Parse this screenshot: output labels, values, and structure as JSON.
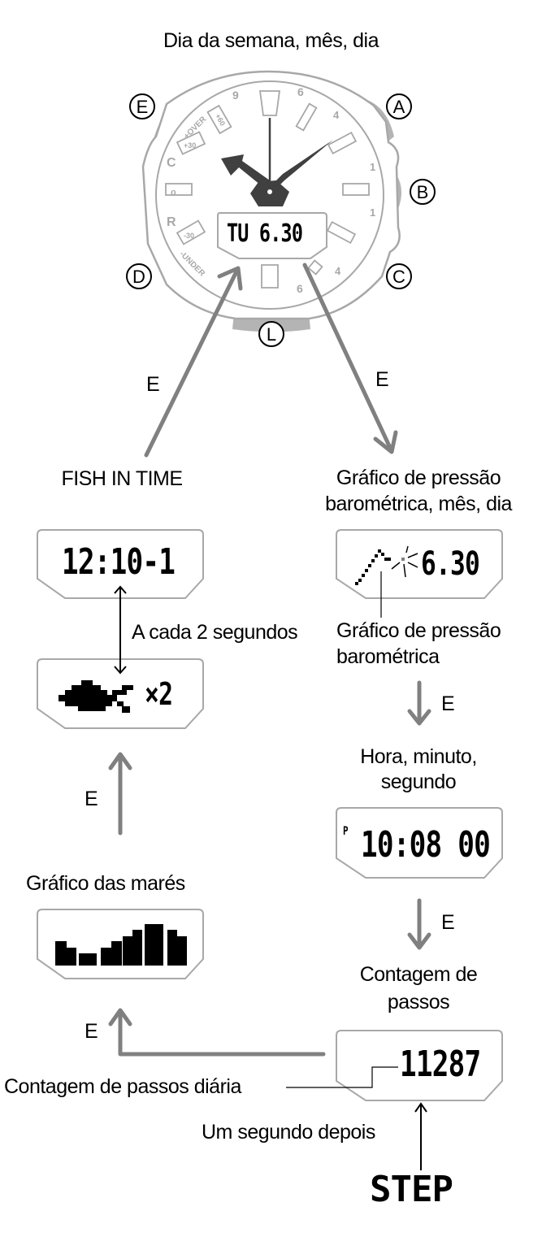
{
  "watch": {
    "title": "Dia da semana, mês, dia",
    "lcd": "TU 6.30",
    "buttons": [
      "A",
      "B",
      "C",
      "D",
      "E",
      "L"
    ],
    "bezel_marks": [
      "+OVER",
      "+60",
      "+30",
      "C",
      "o",
      "R",
      "-30",
      "-UNDER",
      "9",
      "6",
      "4",
      "1",
      "1",
      "4",
      "6"
    ]
  },
  "left_column": {
    "arrow_label": "E",
    "fish_in_time": {
      "title": "FISH IN TIME",
      "screen1": "12:10-1",
      "alternate_label": "A cada 2 segundos",
      "screen2_suffix": "×2"
    },
    "arrow_up_label": "E",
    "tide_graph": {
      "title": "Gráfico das marés",
      "bars": [
        3,
        2,
        1,
        2,
        3,
        4,
        5,
        6,
        5,
        4
      ]
    },
    "return_arrow_label": "E"
  },
  "right_column": {
    "arrow_label": "E",
    "barometric": {
      "title_line1": "Gráfico de pressão",
      "title_line2": "barométrica, mês, dia",
      "screen": "6.30",
      "callout_line1": "Gráfico de pressão",
      "callout_line2": "barométrica"
    },
    "arrow1_label": "E",
    "time": {
      "title_line1": "Hora, minuto,",
      "title_line2": "segundo",
      "pm_indicator": "P",
      "screen": "10:08 00"
    },
    "arrow2_label": "E",
    "steps": {
      "title_line1": "Contagem de",
      "title_line2": "passos",
      "screen": "11287",
      "callout": "Contagem de passos diária",
      "after_label": "Um segundo depois",
      "step_label": "STEP"
    }
  },
  "colors": {
    "arrow_gray": "#808080",
    "outline_gray": "#a8a8a8",
    "button_gray": "#b4b4b4",
    "hand_dark": "#404040"
  }
}
